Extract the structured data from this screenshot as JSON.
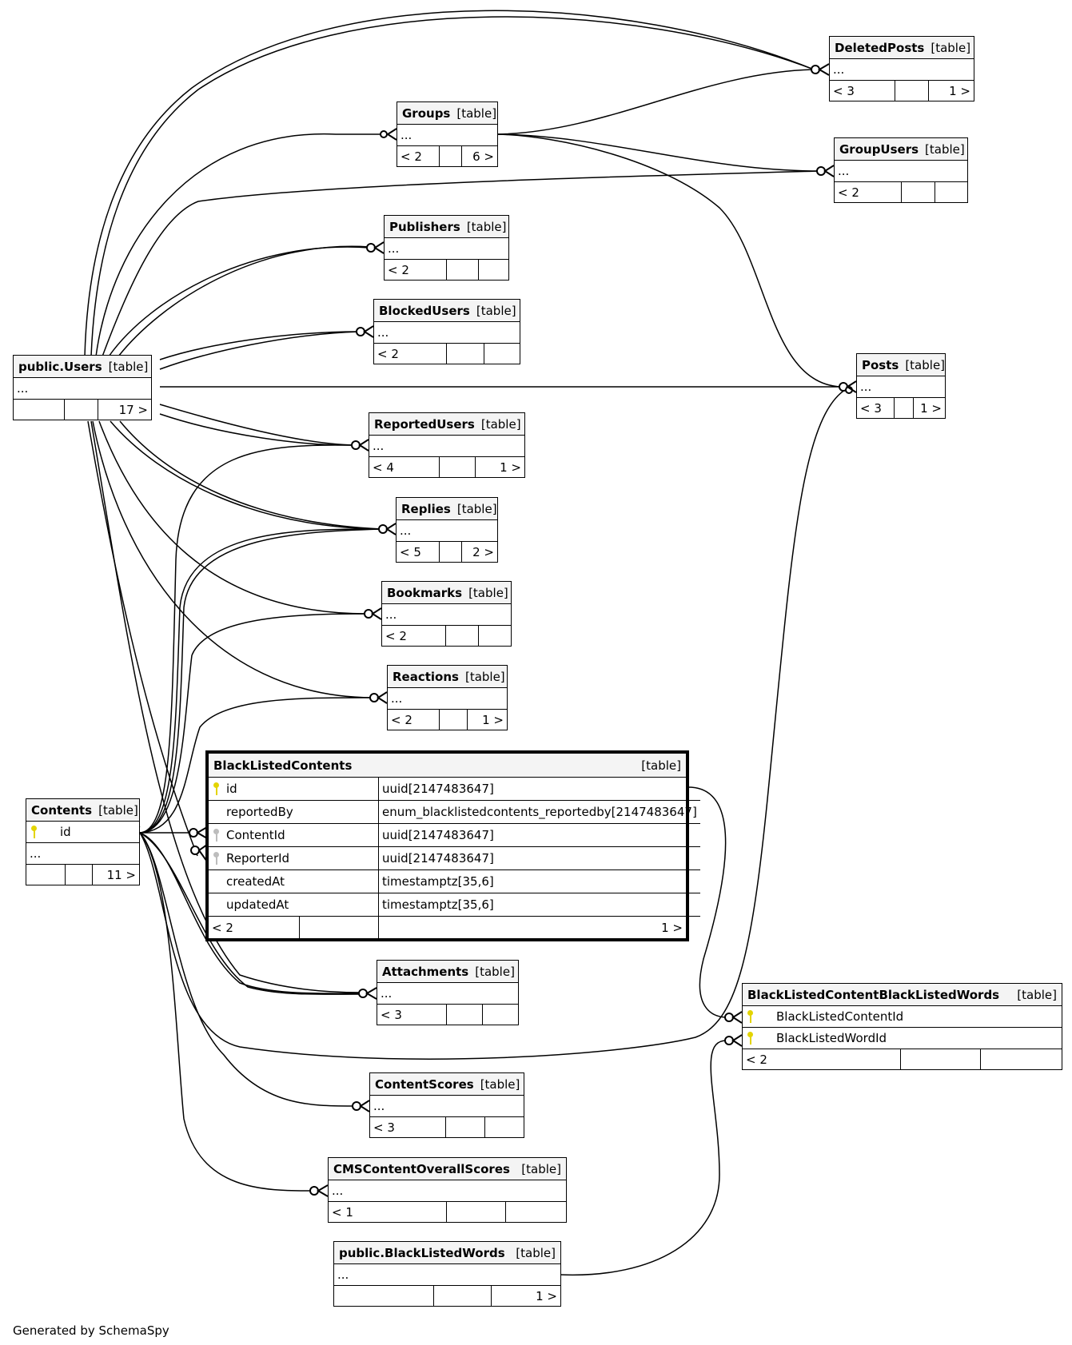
{
  "diagram": {
    "type_label": "[table]",
    "footer": "Generated by SchemaSpy",
    "focus_table": {
      "name": "BlackListedContents",
      "type_label": "[table]",
      "columns": [
        {
          "name": "id",
          "type": "uuid[2147483647]",
          "key": "pk"
        },
        {
          "name": "reportedBy",
          "type": "enum_blacklistedcontents_reportedby[2147483647]",
          "key": ""
        },
        {
          "name": "ContentId",
          "type": "uuid[2147483647]",
          "key": "fk"
        },
        {
          "name": "ReporterId",
          "type": "uuid[2147483647]",
          "key": "fk"
        },
        {
          "name": "createdAt",
          "type": "timestamptz[35,6]",
          "key": ""
        },
        {
          "name": "updatedAt",
          "type": "timestamptz[35,6]",
          "key": ""
        }
      ],
      "footer": {
        "parents": "< 2",
        "middle": "",
        "children": "1 >"
      }
    },
    "tables": {
      "deletedposts": {
        "name": "DeletedPosts",
        "body": "...",
        "f1": "< 3",
        "f2": "",
        "f3": "1 >"
      },
      "groups": {
        "name": "Groups",
        "body": "...",
        "f1": "< 2",
        "f2": "",
        "f3": "6 >"
      },
      "groupusers": {
        "name": "GroupUsers",
        "body": "...",
        "f1": "< 2",
        "f2": "",
        "f3": ""
      },
      "publishers": {
        "name": "Publishers",
        "body": "...",
        "f1": "< 2",
        "f2": "",
        "f3": ""
      },
      "blockedusers": {
        "name": "BlockedUsers",
        "body": "...",
        "f1": "< 2",
        "f2": "",
        "f3": ""
      },
      "users": {
        "name": "public.Users",
        "body": "...",
        "f1": "",
        "f2": "",
        "f3": "17 >"
      },
      "posts": {
        "name": "Posts",
        "body": "...",
        "f1": "< 3",
        "f2": "",
        "f3": "1 >"
      },
      "reportedusers": {
        "name": "ReportedUsers",
        "body": "...",
        "f1": "< 4",
        "f2": "",
        "f3": "1 >"
      },
      "replies": {
        "name": "Replies",
        "body": "...",
        "f1": "< 5",
        "f2": "",
        "f3": "2 >"
      },
      "bookmarks": {
        "name": "Bookmarks",
        "body": "...",
        "f1": "< 2",
        "f2": "",
        "f3": ""
      },
      "reactions": {
        "name": "Reactions",
        "body": "...",
        "f1": "< 2",
        "f2": "",
        "f3": "1 >"
      },
      "contents": {
        "name": "Contents",
        "pk_column": "id",
        "body": "...",
        "f1": "",
        "f2": "",
        "f3": "11 >"
      },
      "attachments": {
        "name": "Attachments",
        "body": "...",
        "f1": "< 3",
        "f2": "",
        "f3": ""
      },
      "blcblw": {
        "name": "BlackListedContentBlackListedWords",
        "col1": "BlackListedContentId",
        "col2": "BlackListedWordId",
        "f1": "< 2",
        "f2": "",
        "f3": ""
      },
      "contentscores": {
        "name": "ContentScores",
        "body": "...",
        "f1": "< 3",
        "f2": "",
        "f3": ""
      },
      "cmsscores": {
        "name": "CMSContentOverallScores",
        "body": "...",
        "f1": "< 1",
        "f2": "",
        "f3": ""
      },
      "blwords": {
        "name": "public.BlackListedWords",
        "body": "...",
        "f1": "",
        "f2": "",
        "f3": "1 >"
      }
    }
  }
}
